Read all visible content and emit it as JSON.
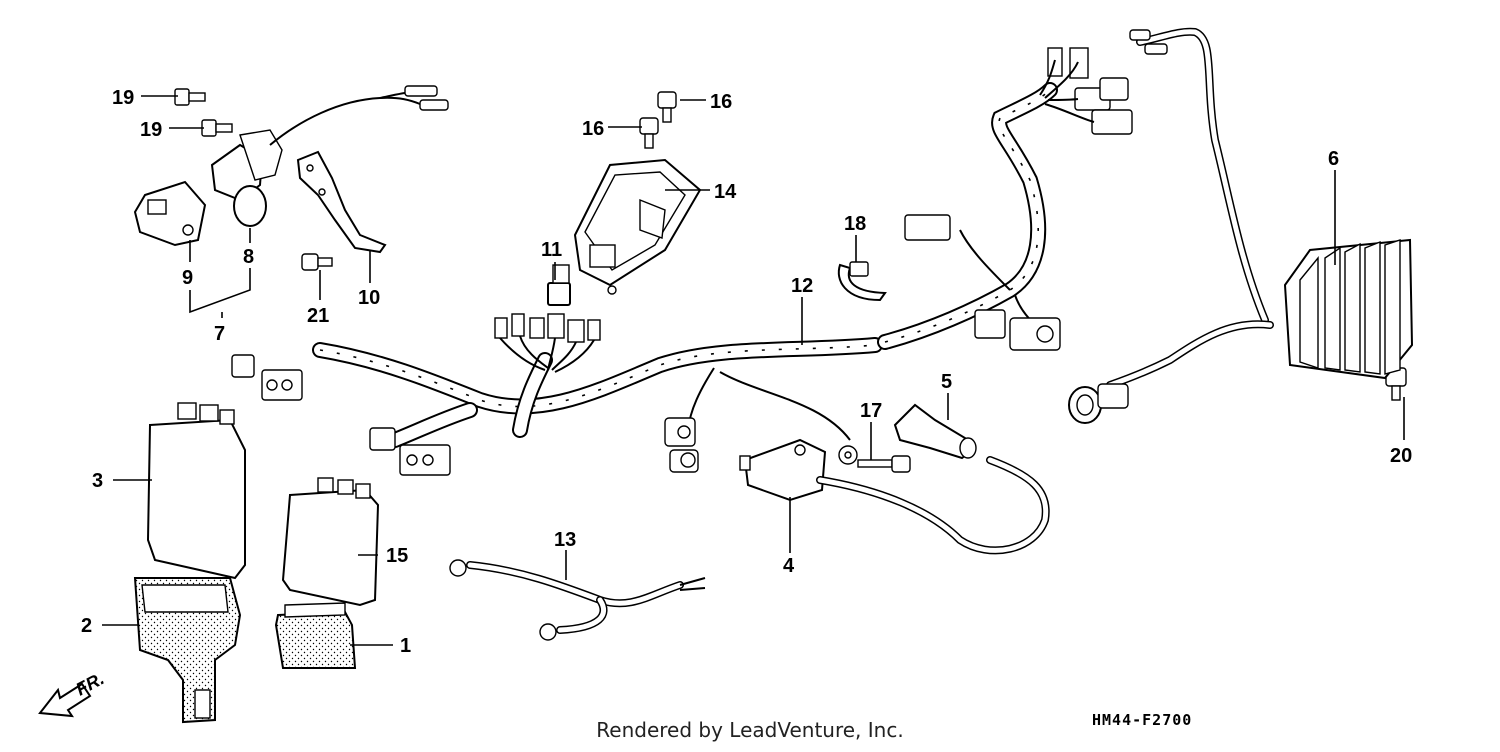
{
  "callouts": {
    "c1": "1",
    "c2": "2",
    "c3": "3",
    "c4": "4",
    "c5": "5",
    "c6": "6",
    "c7": "7",
    "c8": "8",
    "c9": "9",
    "c10": "10",
    "c11": "11",
    "c12": "12",
    "c13": "13",
    "c14": "14",
    "c15": "15",
    "c16a": "16",
    "c16b": "16",
    "c17": "17",
    "c18": "18",
    "c19a": "19",
    "c19b": "19",
    "c20": "20",
    "c21": "21"
  },
  "orientation": {
    "label": "FR."
  },
  "footer": {
    "text": "Rendered by LeadVenture, Inc."
  },
  "diagram_code": "HM44-F2700",
  "icons": {
    "direction": "arrow-left-down-icon"
  }
}
